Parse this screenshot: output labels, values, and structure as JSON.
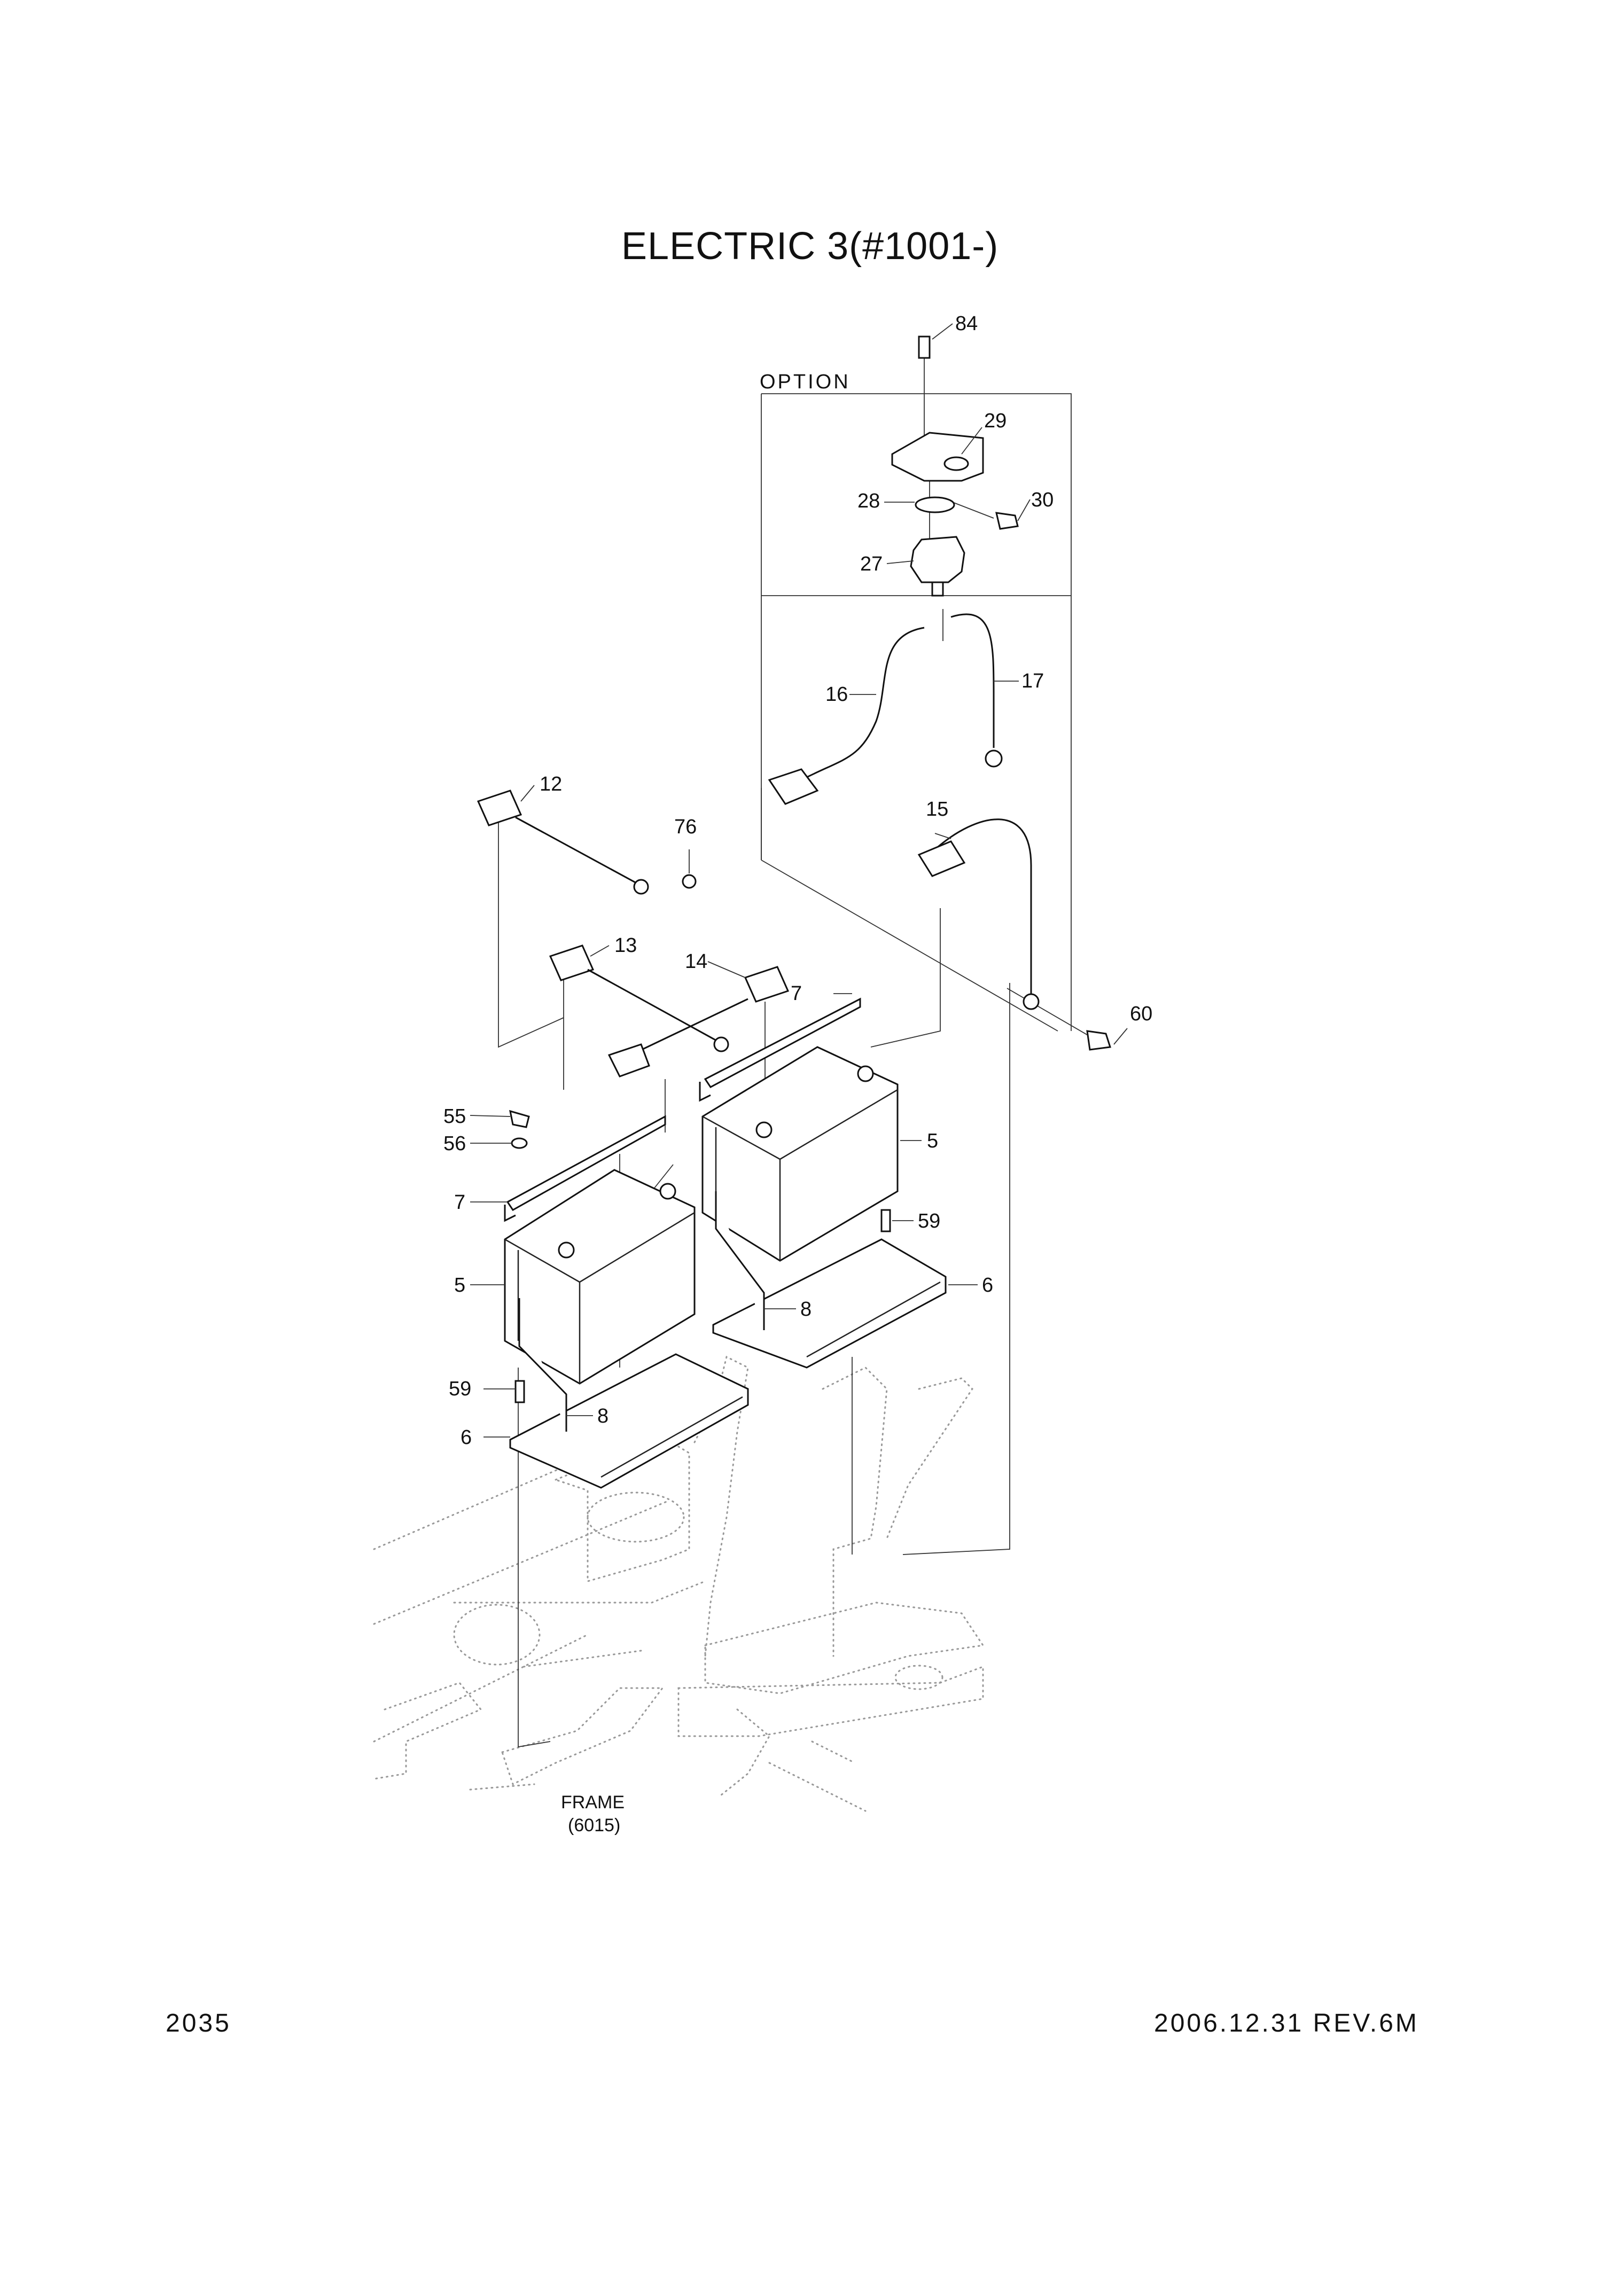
{
  "title": "ELECTRIC 3(#1001-)",
  "page_number": "2035",
  "revision": "2006.12.31 REV.6M",
  "option_label": "OPTION",
  "frame_label": "FRAME",
  "frame_ref": "(6015)",
  "callouts": {
    "c84": "84",
    "c29": "29",
    "c28": "28",
    "c30": "30",
    "c27": "27",
    "c16": "16",
    "c17": "17",
    "c15": "15",
    "c60": "60",
    "c12": "12",
    "c76": "76",
    "c13": "13",
    "c14": "14",
    "c7a": "7",
    "c7b": "7",
    "c5a": "5",
    "c5b": "5",
    "c55": "55",
    "c56": "56",
    "c59a": "59",
    "c59b": "59",
    "c6a": "6",
    "c6b": "6",
    "c8a": "8",
    "c8b": "8"
  }
}
